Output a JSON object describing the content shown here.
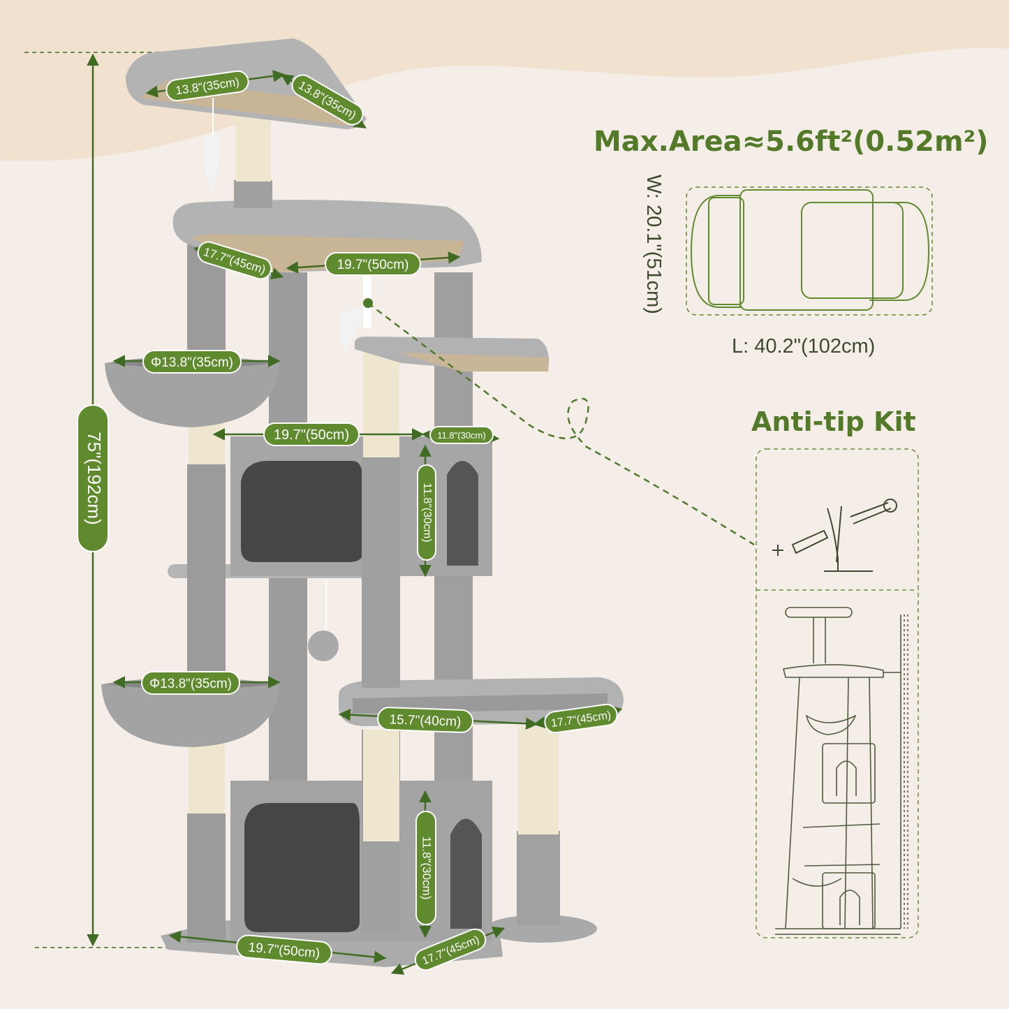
{
  "max_area": {
    "title": "Max.Area≈5.6ft²(0.52m²)",
    "width": "W: 20.1\"(51cm)",
    "length": "L: 40.2\"(102cm)"
  },
  "anti_tip": {
    "title": "Anti-tip Kit"
  },
  "total_height": "75\"(192cm)",
  "dimensions": [
    "13.8\"(35cm)",
    "13.8\"(35cm)",
    "17.7\"(45cm)",
    "19.7\"(50cm)",
    "Φ13.8\"(35cm)",
    "19.7\"(50cm)",
    "11.8\"(30cm)",
    "11.8\"(30cm)",
    "Φ13.8\"(35cm)",
    "15.7\"(40cm)",
    "17.7\"(45cm)",
    "11.8\"(30cm)",
    "19.7\"(50cm)",
    "17.7\"(45cm)"
  ],
  "colors": {
    "background": "#f5eee8",
    "top_band": "#f1e2cf",
    "accent_green": "#5f8a2e",
    "plush_grey": "#a9a9a9",
    "sisal": "#efe6d0"
  }
}
